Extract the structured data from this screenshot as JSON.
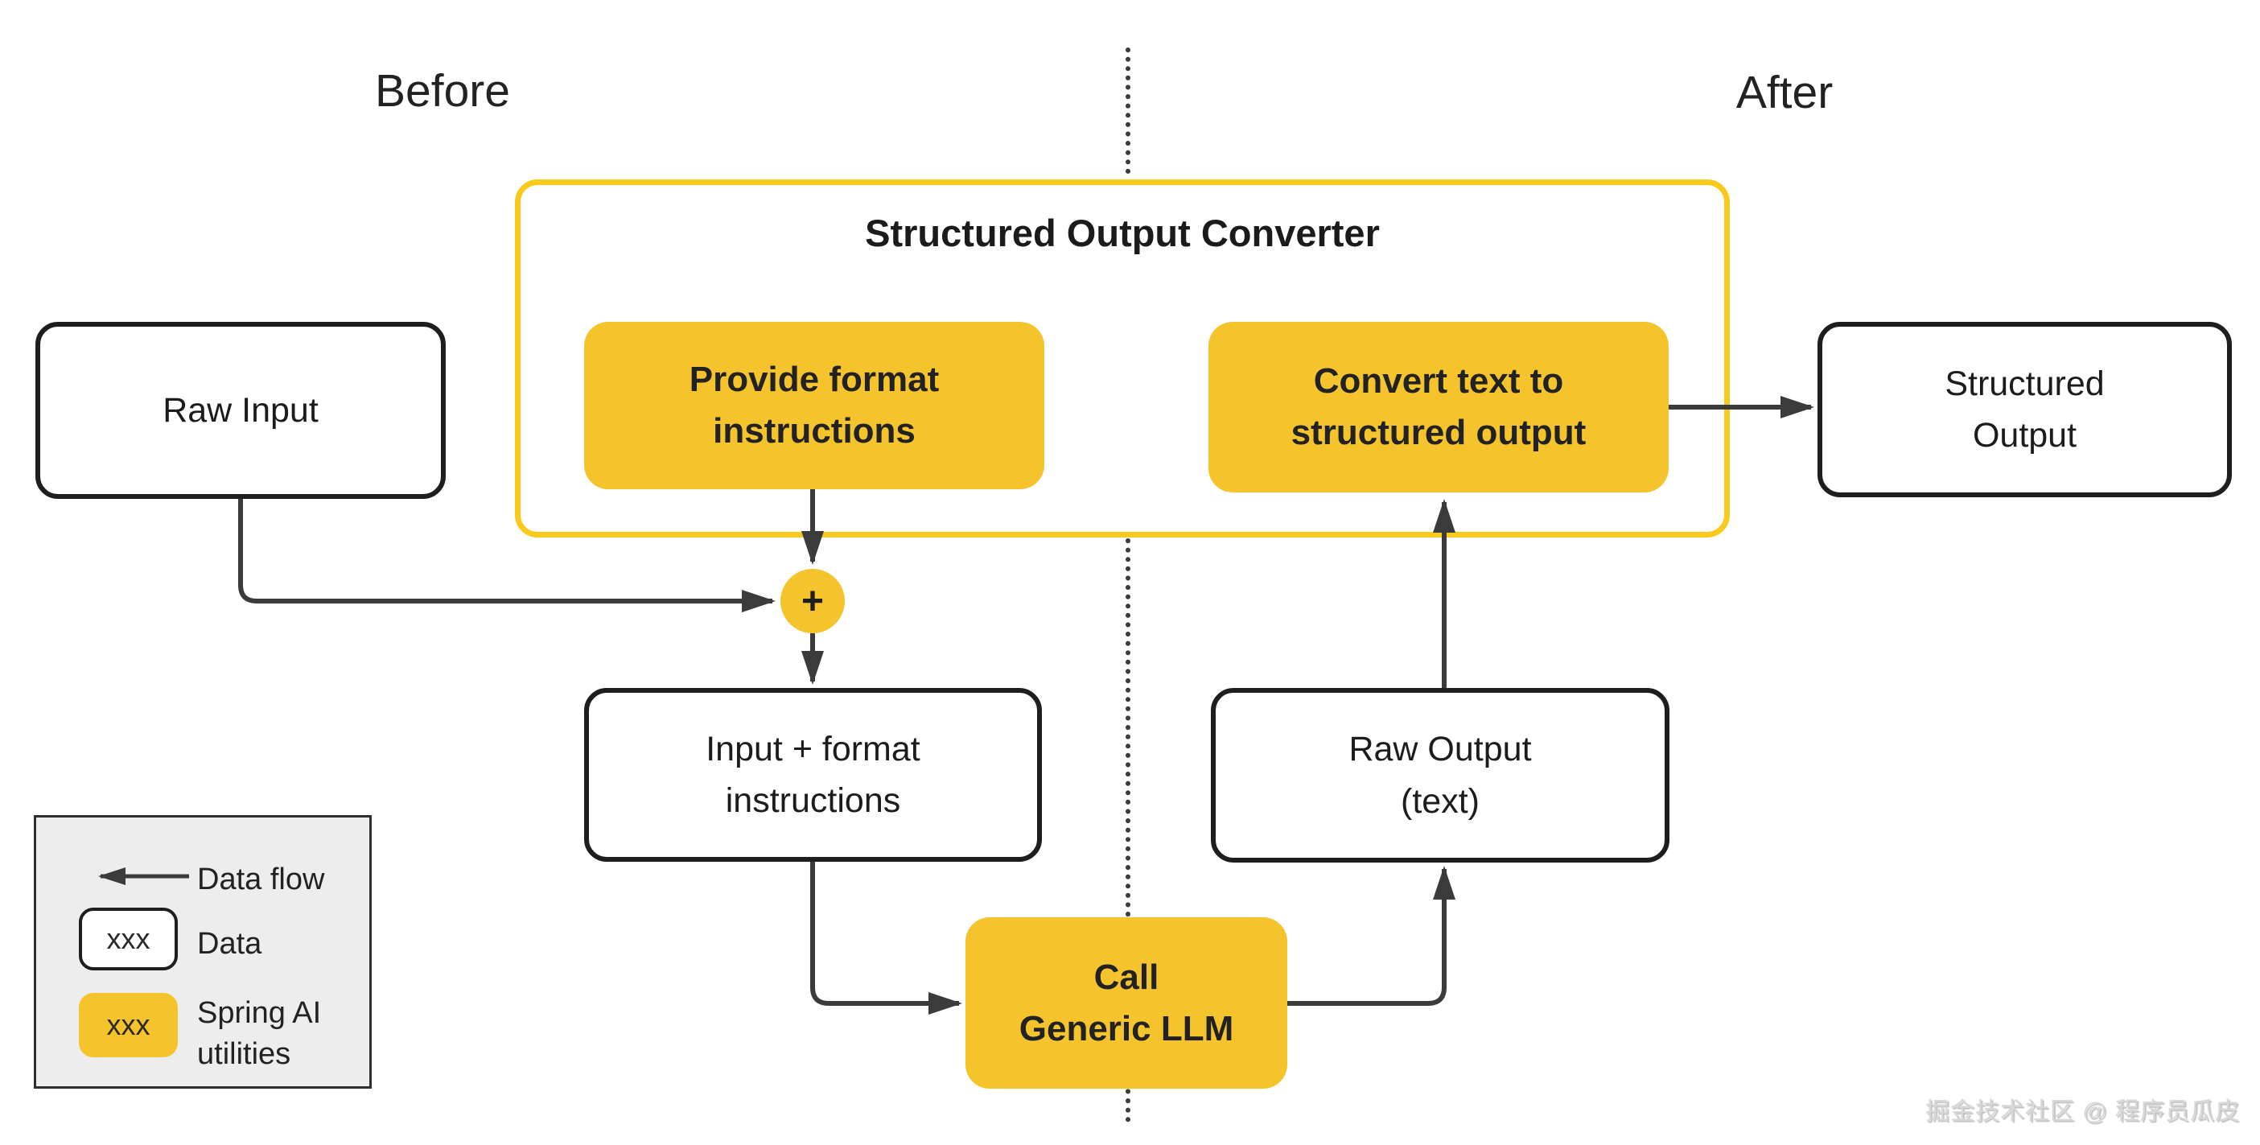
{
  "headers": {
    "before": "Before",
    "after": "After"
  },
  "converter": {
    "title": "Structured Output Converter"
  },
  "nodes": {
    "raw_input": "Raw Input",
    "provide_format": "Provide format\ninstructions",
    "convert_text": "Convert text to\nstructured  output",
    "structured_output": "Structured\nOutput",
    "input_plus_format": "Input + format\ninstructions",
    "raw_output": "Raw Output\n(text)",
    "call_llm": "Call\nGeneric LLM",
    "plus_junction": "+"
  },
  "legend": {
    "data_flow_label": "Data flow",
    "data_label": "Data",
    "spring_ai_label": "Spring AI\nutilities",
    "swatch_sample": "xxx"
  },
  "icons": {
    "data_flow_arrow": "arrow-left",
    "plus_junction": "plus"
  },
  "watermark": "掘金技术社区 @ 程序员瓜皮",
  "colors": {
    "yellow": "#F5C42C",
    "container_border": "#F9C91C",
    "arrow": "#3B3B3B",
    "box_border": "#1E1E1E",
    "legend_bg": "#EDEDED",
    "text": "#1F1F1F",
    "watermark": "#D8D8D8"
  }
}
